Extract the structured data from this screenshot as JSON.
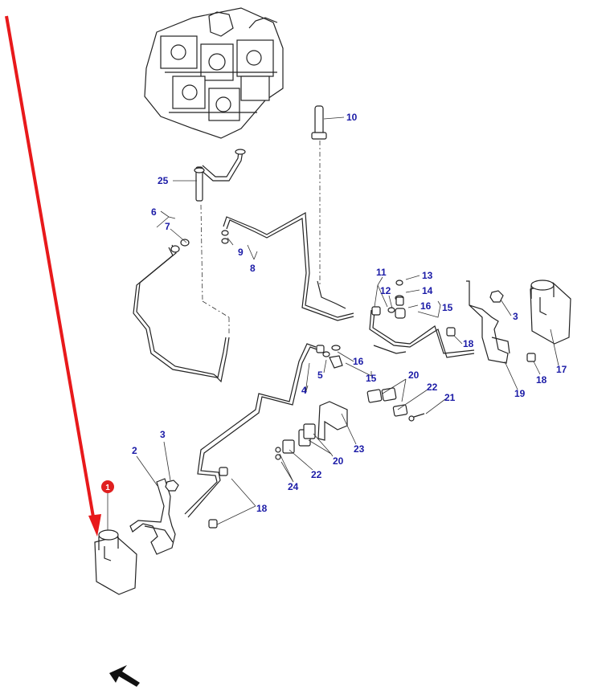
{
  "colors": {
    "callout_text": "#1a1aa6",
    "pointer_arrow": "#e8191b",
    "marker_fill": "#e02020",
    "marker_text": "#ffffff",
    "line_art": "#222222"
  },
  "highlight_marker": {
    "label": "1"
  },
  "callouts": [
    {
      "id": "c10",
      "label": "10"
    },
    {
      "id": "c25",
      "label": "25"
    },
    {
      "id": "c6",
      "label": "6"
    },
    {
      "id": "c7",
      "label": "7"
    },
    {
      "id": "c9",
      "label": "9"
    },
    {
      "id": "c8",
      "label": "8"
    },
    {
      "id": "c11",
      "label": "11"
    },
    {
      "id": "c13",
      "label": "13"
    },
    {
      "id": "c12",
      "label": "12"
    },
    {
      "id": "c14",
      "label": "14"
    },
    {
      "id": "c16a",
      "label": "16"
    },
    {
      "id": "c15a",
      "label": "15"
    },
    {
      "id": "c3a",
      "label": "3"
    },
    {
      "id": "c18a",
      "label": "18"
    },
    {
      "id": "c17",
      "label": "17"
    },
    {
      "id": "c18b",
      "label": "18"
    },
    {
      "id": "c19",
      "label": "19"
    },
    {
      "id": "c16b",
      "label": "16"
    },
    {
      "id": "c5",
      "label": "5"
    },
    {
      "id": "c15b",
      "label": "15"
    },
    {
      "id": "c4",
      "label": "4"
    },
    {
      "id": "c20a",
      "label": "20"
    },
    {
      "id": "c22a",
      "label": "22"
    },
    {
      "id": "c21",
      "label": "21"
    },
    {
      "id": "c23",
      "label": "23"
    },
    {
      "id": "c20b",
      "label": "20"
    },
    {
      "id": "c22b",
      "label": "22"
    },
    {
      "id": "c24",
      "label": "24"
    },
    {
      "id": "c2",
      "label": "2"
    },
    {
      "id": "c3b",
      "label": "3"
    },
    {
      "id": "c18c",
      "label": "18"
    }
  ],
  "icons": {
    "pointer": "red-arrow-icon",
    "orientation": "orientation-arrow-icon"
  }
}
